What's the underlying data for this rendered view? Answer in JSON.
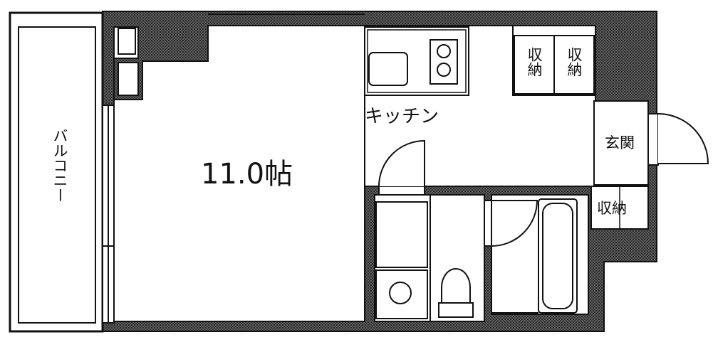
{
  "colors": {
    "wall": "#4a4a4a",
    "wall_pattern_fg": "#2e2e2e",
    "floor": "#ffffff",
    "line": "#111111"
  },
  "labels": {
    "room": "11.0帖",
    "kitchen": "キッチン",
    "balcony": "バルコニー",
    "entrance": "玄関",
    "storage_1": "収納",
    "storage_2": "収納",
    "storage_3": "収納"
  }
}
